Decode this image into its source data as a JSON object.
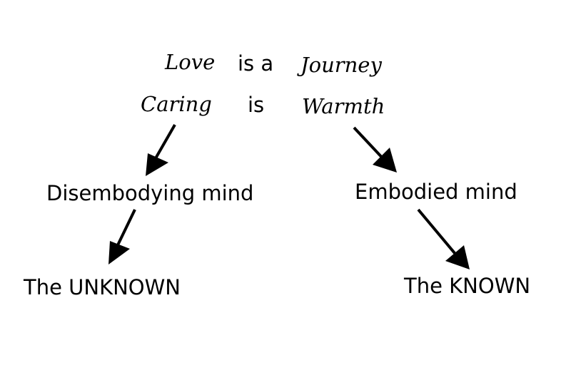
{
  "metaphors": [
    {
      "subject": "Love",
      "connector": "is a",
      "object": "Journey"
    },
    {
      "subject": "Caring",
      "connector": "is",
      "object": "Warmth"
    }
  ],
  "branches": {
    "left": {
      "mind": "Disembodying mind",
      "result": "The UNKNOWN"
    },
    "right": {
      "mind": "Embodied mind",
      "result": "The KNOWN"
    }
  },
  "colors": {
    "text": "#000000",
    "arrow": "#000000",
    "background": "#ffffff"
  }
}
